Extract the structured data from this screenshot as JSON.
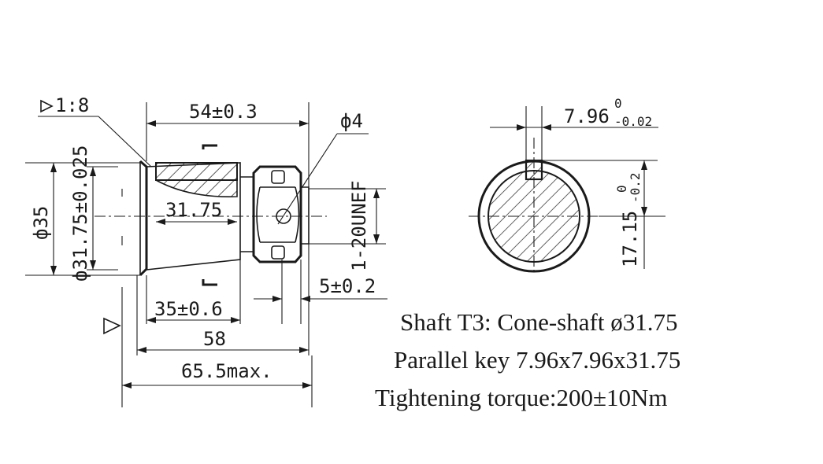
{
  "side_view": {
    "taper": "1:8",
    "overall_length_dim": "54±0.3",
    "hole_dim": "ф4",
    "dia_35": "ф35",
    "dia_31_75": "ф31.75±0.025",
    "taper_length": "31.75",
    "thread": "1-20UNEF",
    "dim_35": "35±0.6",
    "dim_58": "58",
    "dim_65_5": "65.5max.",
    "dim_5": "5±0.2"
  },
  "section_view": {
    "key_width": "7.96",
    "key_width_upper": "0",
    "key_width_lower": "-0.02",
    "key_height": "17.15",
    "key_height_upper": "0",
    "key_height_lower": "-0.2"
  },
  "caption": {
    "line1": "Shaft T3: Cone-shaft ø31.75",
    "line2": "Parallel key 7.96x7.96x31.75",
    "line3": "Tightening torque:200±10Nm"
  }
}
